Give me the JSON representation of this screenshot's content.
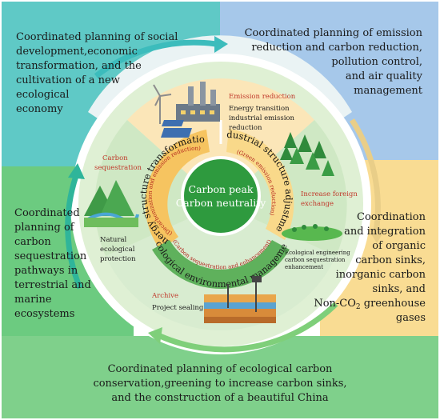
{
  "center": {
    "line1": "Carbon peak",
    "line2": "Carbon neutrality"
  },
  "corners": {
    "top_left": {
      "lines": [
        "Coordinated planning of social",
        "development,economic",
        "transformation, and the",
        "cultivation of a new",
        "ecological",
        "economy"
      ]
    },
    "top_right": {
      "lines": [
        "Coordinated planning of emission",
        "reduction and carbon reduction,",
        "pollution control,",
        "and air quality",
        "management"
      ]
    },
    "left": {
      "lines": [
        "Coordinated",
        "planning of",
        "carbon",
        "sequestration",
        "pathways in",
        "terrestrial and",
        "marine",
        "ecosystems"
      ]
    },
    "right": {
      "lines": [
        "Coordination",
        "and integration",
        "of organic",
        "carbon sinks,",
        "inorganic carbon",
        "sinks, and"
      ],
      "last_prefix": "Non-CO",
      "last_sub": "2",
      "last_suffix": " greenhouse",
      "last_line2": "gases"
    },
    "bottom": {
      "lines": [
        "Coordinated planning of ecological carbon",
        "conservation,greening to increase carbon sinks,",
        "and the construction of a beautiful China"
      ]
    }
  },
  "ring": {
    "energy": {
      "title": "Energy structure transformation",
      "sub": "(Decarbonization and emission reduction)"
    },
    "industrial": {
      "title": "Industrial structure adjustment",
      "sub": "(Green emission reduction)"
    },
    "ecological": {
      "title": "Ecological environmental management",
      "sub": "(Carbon sequestration and enhancement)"
    }
  },
  "panels": {
    "emission": {
      "title": "Emission reduction",
      "lines": [
        "Energy transition",
        "industrial emission",
        "reduction"
      ]
    },
    "sequestration": {
      "title": "Carbon",
      "title2": "sequestration",
      "lines": [
        "Natural",
        "ecological",
        "protection"
      ]
    },
    "foreign": {
      "title": "Increase foreign",
      "title2": "exchange",
      "lines": [
        "Ecological engineering",
        "carbon sequestration",
        "enhancement"
      ]
    },
    "archive": {
      "title": "Archive",
      "lines": [
        "Project sealing"
      ]
    }
  },
  "colors": {
    "teal": "#5fc9c6",
    "blue": "#9cc2e6",
    "green": "#66c47a",
    "yellow": "#f8d88a",
    "center": "#2e9a3e",
    "arc_green": "#3ea35a",
    "arc_yellow": "#f0b43c",
    "label_red": "#c0392b"
  }
}
